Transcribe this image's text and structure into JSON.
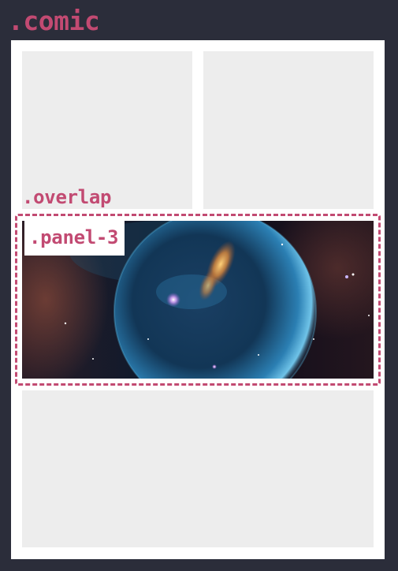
{
  "labels": {
    "comic": ".comic",
    "overlap": ".overlap",
    "panel_3": ".panel-3"
  },
  "panels": [
    {
      "id": "panel-1",
      "content": "empty"
    },
    {
      "id": "panel-2",
      "content": "empty"
    },
    {
      "id": "panel-3",
      "content": "bubble-nebula-image"
    },
    {
      "id": "panel-4",
      "content": "empty"
    }
  ],
  "colors": {
    "background": "#2b2d3a",
    "accent": "#c24a72",
    "page": "#ffffff",
    "panel": "#ededed"
  }
}
